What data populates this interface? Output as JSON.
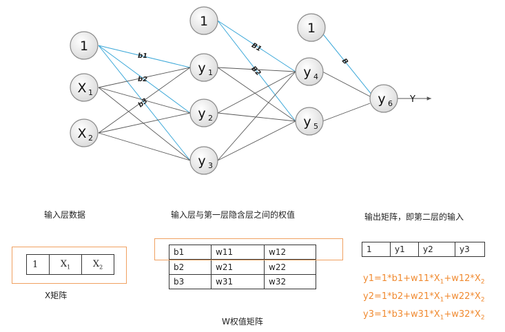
{
  "network": {
    "nodes": [
      {
        "id": "in1",
        "main": "1",
        "sub": ""
      },
      {
        "id": "x1",
        "main": "X",
        "sub": "1"
      },
      {
        "id": "x2",
        "main": "X",
        "sub": "2"
      },
      {
        "id": "h1b",
        "main": "1",
        "sub": ""
      },
      {
        "id": "y1",
        "main": "y",
        "sub": "1"
      },
      {
        "id": "y2",
        "main": "y",
        "sub": "2"
      },
      {
        "id": "y3",
        "main": "y",
        "sub": "3"
      },
      {
        "id": "h2b",
        "main": "1",
        "sub": ""
      },
      {
        "id": "y4",
        "main": "y",
        "sub": "4"
      },
      {
        "id": "y5",
        "main": "y",
        "sub": "5"
      },
      {
        "id": "y6",
        "main": "y",
        "sub": "6"
      }
    ],
    "weight_labels": [
      "b1",
      "b2",
      "b3",
      "B1",
      "B2",
      "B"
    ],
    "output_label": "Y"
  },
  "captions": {
    "input_data": "输入层数据",
    "weights": "输入层与第一层隐含层之间的权值",
    "output_matrix": "输出矩阵，即第二层的输入",
    "x_matrix": "X矩阵",
    "w_matrix": "W权值矩阵"
  },
  "x_matrix": {
    "cells": [
      {
        "main": "1",
        "sub": ""
      },
      {
        "main": "X",
        "sub": "1"
      },
      {
        "main": "X",
        "sub": "2"
      }
    ]
  },
  "w_matrix": {
    "rows": [
      [
        "b1",
        "w11",
        "w12"
      ],
      [
        "b2",
        "w21",
        "w22"
      ],
      [
        "b3",
        "w31",
        "w32"
      ]
    ]
  },
  "y_matrix": {
    "cells": [
      "1",
      "y1",
      "y2",
      "y3"
    ]
  },
  "equations": [
    {
      "lhs": "y1=1*b1+w11*X",
      "s1": "1",
      "mid": "+w12*X",
      "s2": "2"
    },
    {
      "lhs": "y2=1*b2+w21*X",
      "s1": "1",
      "mid": "+w22*X",
      "s2": "2"
    },
    {
      "lhs": "y3=1*b3+w31*X",
      "s1": "1",
      "mid": "+w32*X",
      "s2": "2"
    }
  ],
  "colors": {
    "bias_edge": "#3aa7d8",
    "edge": "#555555",
    "equation": "#f08a30",
    "highlight_box": "#f0a060"
  }
}
